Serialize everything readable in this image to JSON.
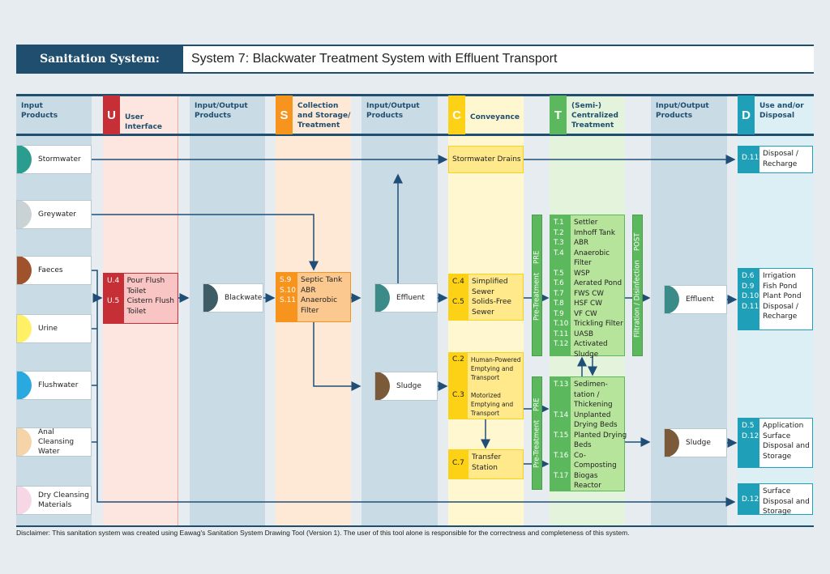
{
  "title": {
    "label": "Sanitation System:",
    "system": "System 7: Blackwater Treatment System with Effluent Transport"
  },
  "columns": [
    {
      "letter": "",
      "label": "Input\nProducts"
    },
    {
      "letter": "U",
      "label": "User Interface"
    },
    {
      "letter": "",
      "label": "Input/Output\nProducts"
    },
    {
      "letter": "S",
      "label": "Collection\nand Storage/\nTreatment"
    },
    {
      "letter": "",
      "label": "Input/Output\nProducts"
    },
    {
      "letter": "C",
      "label": "Conveyance"
    },
    {
      "letter": "T",
      "label": "(Semi-)\nCentralized\nTreatment"
    },
    {
      "letter": "",
      "label": "Input/Output\nProducts"
    },
    {
      "letter": "D",
      "label": "Use and/or\nDisposal"
    }
  ],
  "inputs": [
    "Stormwater",
    "Greywater",
    "Faeces",
    "Urine",
    "Flushwater",
    "Anal\nCleansing\nWater",
    "Dry Cleansing\nMaterials"
  ],
  "user_interface": {
    "codes": "U.4\n\nU.5",
    "names": "Pour Flush\nToilet\nCistern Flush\nToilet"
  },
  "products": {
    "blackwater": "Blackwater",
    "effluent": "Effluent",
    "sludge": "Sludge",
    "effluent_out": "Effluent",
    "sludge_out": "Sludge"
  },
  "storage": {
    "codes": "S.9\nS.10\nS.11",
    "names": "Septic Tank\nABR\nAnaerobic\nFilter"
  },
  "conveyance": {
    "drains": "Stormwater Drains",
    "sewer": {
      "codes": "C.4\n\nC.5",
      "names": "Simplified\nSewer\nSolids-Free\nSewer"
    },
    "emptying": {
      "codes": "C.2\n\n\n\nC.3",
      "names": "Human-Powered\nEmptying and\nTransport\n\nMotorized\nEmptying and\nTransport"
    },
    "transfer": {
      "codes": "C.7",
      "names": "Transfer\nStation"
    }
  },
  "treatment": {
    "pre_label": "Pre-Treatment",
    "pre_short": "PRE",
    "post_label": "Filtration / Disinfection",
    "post_short": "POST",
    "upper": {
      "codes": "T.1\nT.2\nT.3\nT.4\n\nT.5\nT.6\nT.7\nT.8\nT.9\nT.10\nT.11\nT.12",
      "names": "Settler\nImhoff Tank\nABR\nAnaerobic\nFilter\nWSP\nAerated Pond\nFWS CW\nHSF CW\nVF CW\nTrickling Filter\nUASB\nActivated\nSludge"
    },
    "lower": {
      "codes": "T.13\n\n\nT.14\n\nT.15\n\nT.16\n\nT.17",
      "names": "Sedimen-\ntation /\nThickening\nUnplanted\nDrying Beds\nPlanted Drying\nBeds\nCo-\nComposting\nBiogas\nReactor"
    }
  },
  "disposal": [
    {
      "codes": "D.11",
      "names": "Disposal /\nRecharge"
    },
    {
      "codes": "D.6\nD.9\nD.10\nD.11",
      "names": "Irrigation\nFish Pond\nPlant Pond\nDisposal /\nRecharge"
    },
    {
      "codes": "D.5\nD.12",
      "names": "Application\nSurface\nDisposal and\nStorage"
    },
    {
      "codes": "D.12",
      "names": "Surface\nDisposal and\nStorage"
    }
  ],
  "disclaimer": "Disclaimer: This sanitation system was created using Eawag's Sanitation System Drawing Tool (Version 1). The user of this tool alone is responsible for the correctness and completeness of this system.",
  "colors": {
    "navy": "#1f4e6f",
    "u": "#c62f36",
    "s": "#f7941d",
    "c": "#fcd116",
    "t": "#5cb85c",
    "d": "#1fa0b8"
  }
}
